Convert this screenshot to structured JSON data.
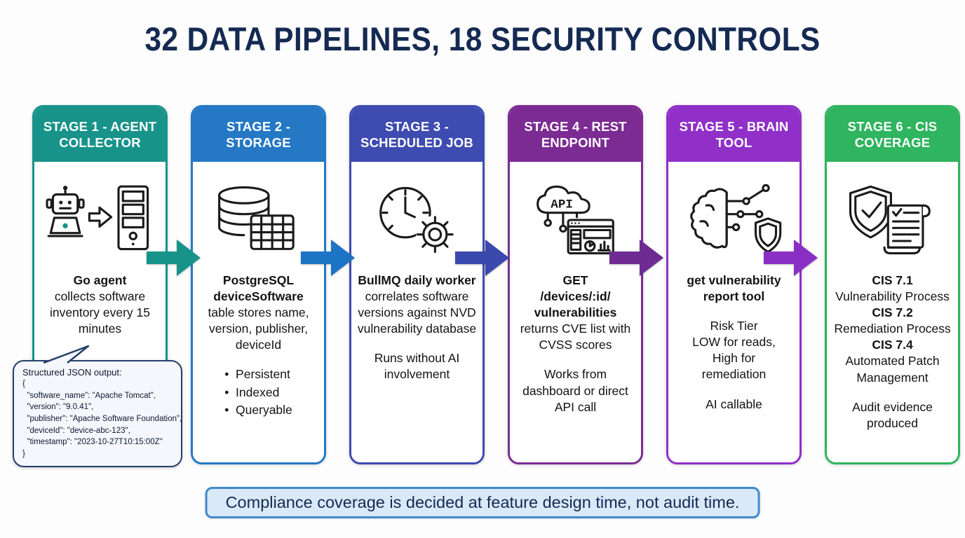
{
  "title": "32 DATA PIPELINES, 18 SECURITY CONTROLS",
  "stages": [
    {
      "header": "STAGE 1 - AGENT COLLECTOR",
      "accent_color": "#18938A",
      "icon": "robot-to-server-icon",
      "paragraphs": [
        [
          {
            "t": "Go agent",
            "b": 1
          },
          {
            "t": "collects software inventory every 15 minutes",
            "b": 0
          }
        ]
      ]
    },
    {
      "header": "STAGE 2 - STORAGE",
      "accent_color": "#2478C4",
      "icon": "database-table-icon",
      "paragraphs": [
        [
          {
            "t": "PostgreSQL",
            "b": 1
          },
          {
            "t": "deviceSoftware",
            "b": 1
          },
          {
            "t": "table stores name, version, publisher, deviceId",
            "b": 0
          }
        ]
      ],
      "bullets": [
        "Persistent",
        "Indexed",
        "Queryable"
      ]
    },
    {
      "header": "STAGE 3 - SCHEDULED JOB",
      "accent_color": "#3E4BB1",
      "icon": "clock-gear-icon",
      "paragraphs": [
        [
          {
            "t": "BullMQ daily worker",
            "b": 1
          },
          {
            "t": "correlates software versions against NVD vulnerability database",
            "b": 0
          }
        ],
        [
          {
            "t": "Runs without AI involvement",
            "b": 0
          }
        ]
      ]
    },
    {
      "header": "STAGE 4 - REST ENDPOINT",
      "accent_color": "#7C2B93",
      "icon": "cloud-api-dashboard-icon",
      "paragraphs": [
        [
          {
            "t": "GET",
            "b": 1
          },
          {
            "t": "/devices/:id/",
            "b": 1
          },
          {
            "t": "vulnerabilities",
            "b": 1
          },
          {
            "t": "returns CVE list with CVSS scores",
            "b": 0
          }
        ],
        [
          {
            "t": "Works from dashboard or direct API call",
            "b": 0
          }
        ]
      ]
    },
    {
      "header": "STAGE 5 - BRAIN TOOL",
      "accent_color": "#9030C8",
      "icon": "brain-shield-icon",
      "paragraphs": [
        [
          {
            "t": "get vulnerability report tool",
            "b": 1
          }
        ],
        [
          {
            "t": "Risk Tier",
            "b": 0
          },
          {
            "t": "LOW for reads,",
            "b": 0
          },
          {
            "t": "High for",
            "b": 0
          },
          {
            "t": "remediation",
            "b": 0
          }
        ],
        [
          {
            "t": "AI callable",
            "b": 0
          }
        ]
      ]
    },
    {
      "header": "STAGE 6 - CIS COVERAGE",
      "accent_color": "#2FB45F",
      "icon": "shield-check-scroll-icon",
      "paragraphs": [
        [
          {
            "t": "CIS 7.1",
            "b": 1
          },
          {
            "t": "Vulnerability Process",
            "b": 0
          },
          {
            "t": "CIS 7.2",
            "b": 1
          },
          {
            "t": "Remediation Process",
            "b": 0
          },
          {
            "t": "CIS 7.4",
            "b": 1
          },
          {
            "t": "Automated Patch Management",
            "b": 0
          }
        ],
        [
          {
            "t": "Audit evidence produced",
            "b": 0
          }
        ]
      ]
    }
  ],
  "arrows": [
    "#18938A",
    "#1D74C4",
    "#3B48AC",
    "#6F2B94",
    "#8A2FC4"
  ],
  "json_bubble": {
    "label": "Structured JSON output:",
    "lines": [
      "{",
      "  \"software_name\": \"Apache Tomcat\",",
      "  \"version\": \"9.0.41\",",
      "  \"publisher\": \"Apache Software Foundation\",",
      "  \"deviceId\": \"device-abc-123\",",
      "  \"timestamp\": \"2023-10-27T10:15:00Z\"",
      "}"
    ]
  },
  "banner": {
    "text": "Compliance coverage is decided at feature design time, not audit time."
  }
}
